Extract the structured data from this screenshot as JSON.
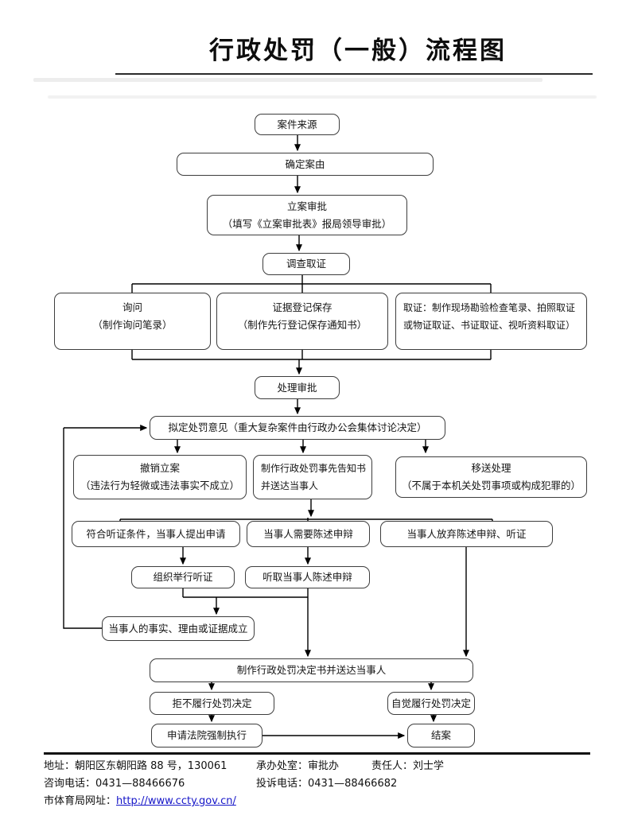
{
  "title": "行政处罚（一般）流程图",
  "nodes": {
    "case_source": {
      "lines": [
        "案件来源"
      ]
    },
    "determine_cause": {
      "lines": [
        "确定案由"
      ]
    },
    "case_filing": {
      "lines": [
        "立案审批",
        "（填写《立案审批表》报局领导审批）"
      ]
    },
    "investigation": {
      "lines": [
        "调查取证"
      ]
    },
    "inquiry": {
      "lines": [
        "询问",
        "（制作询问笔录）"
      ]
    },
    "evidence_registration": {
      "lines": [
        "证据登记保存",
        "（制作先行登记保存通知书）"
      ]
    },
    "evidence_collection": {
      "lines": [
        "取证：制作现场勘验检查笔录、拍照取证",
        "或物证取证、书证取证、视听资料取证）"
      ]
    },
    "handling_approval": {
      "lines": [
        "处理审批"
      ]
    },
    "draft_penalty_opinion": {
      "lines": [
        "拟定处罚意见（重大复杂案件由行政办公会集体讨论决定）"
      ]
    },
    "revoke_filing": {
      "lines": [
        "撤销立案",
        "（违法行为轻微或违法事实不成立）"
      ]
    },
    "advance_notice": {
      "lines": [
        "制作行政处罚事先告知书",
        "并送达当事人"
      ]
    },
    "transfer_handling": {
      "lines": [
        "移送处理",
        "（不属于本机关处罚事项或构成犯罪的）"
      ]
    },
    "hearing_request": {
      "lines": [
        "符合听证条件，当事人提出申请"
      ]
    },
    "statement_needed": {
      "lines": [
        "当事人需要陈述申辩"
      ]
    },
    "statement_waived": {
      "lines": [
        "当事人放弃陈述申辩、听证"
      ]
    },
    "hold_hearing": {
      "lines": [
        "组织举行听证"
      ]
    },
    "hear_statement": {
      "lines": [
        "听取当事人陈述申辩"
      ]
    },
    "facts_established": {
      "lines": [
        "当事人的事实、理由或证据成立"
      ]
    },
    "penalty_decision": {
      "lines": [
        "制作行政处罚决定书并送达当事人"
      ]
    },
    "refuse_compliance": {
      "lines": [
        "拒不履行处罚决定"
      ]
    },
    "voluntary_compliance": {
      "lines": [
        "自觉履行处罚决定"
      ]
    },
    "court_enforcement": {
      "lines": [
        "申请法院强制执行"
      ]
    },
    "case_closed": {
      "lines": [
        "结案"
      ]
    }
  },
  "footer": {
    "address": "地址：朝阳区东朝阳路 88 号，130061",
    "department": "承办处室：审批办",
    "responsible": "责任人：刘士学",
    "consult_phone": "咨询电话：0431—88466676",
    "complaint_phone": "投诉电话：0431—88466682",
    "website_label": "市体育局网址：",
    "website_url": "http://www.ccty.gov.cn/"
  },
  "colors": {
    "box_border": "#3d3d3d",
    "text": "#151515",
    "link": "#1515c8",
    "connector": "#000000"
  }
}
